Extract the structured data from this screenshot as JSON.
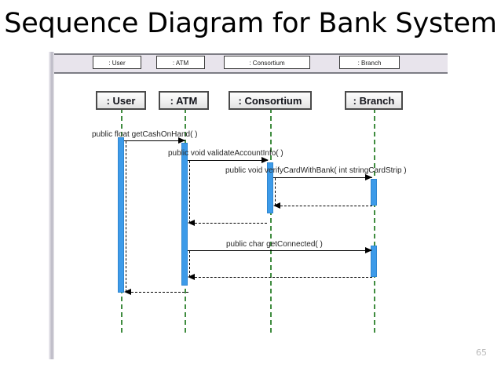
{
  "slide": {
    "title": "Sequence Diagram for Bank System",
    "page_number": "65"
  },
  "diagram": {
    "type": "uml-sequence-diagram",
    "colors": {
      "lifeline": "#3f8c3f",
      "activation_fill": "#3d9be9",
      "activation_border": "#2f86d0",
      "message_line": "#000000",
      "header_strip": "#e8e4ec",
      "actor_box_border": "#4a4a4a"
    },
    "header_boxes": [
      {
        "label": ": User"
      },
      {
        "label": ": ATM"
      },
      {
        "label": ": Consortium"
      },
      {
        "label": ": Branch"
      }
    ],
    "participants": [
      {
        "label": ": User"
      },
      {
        "label": ": ATM"
      },
      {
        "label": ": Consortium"
      },
      {
        "label": ": Branch"
      }
    ],
    "messages": [
      {
        "label": "public float  getCashOnHand( )",
        "from": ": User",
        "to": ": ATM",
        "kind": "call"
      },
      {
        "label": "public void  validateAccountInfo( )",
        "from": ": ATM",
        "to": ": Consortium",
        "kind": "call"
      },
      {
        "label": "public void  verifyCardWithBank( int stringCardStrip )",
        "from": ": Consortium",
        "to": ": Branch",
        "kind": "call"
      },
      {
        "label": "",
        "from": ": Branch",
        "to": ": Consortium",
        "kind": "return"
      },
      {
        "label": "",
        "from": ": Consortium",
        "to": ": ATM",
        "kind": "return"
      },
      {
        "label": "public char  getConnected( )",
        "from": ": ATM",
        "to": ": Branch",
        "kind": "call"
      },
      {
        "label": "",
        "from": ": Branch",
        "to": ": ATM",
        "kind": "return"
      },
      {
        "label": "",
        "from": ": ATM",
        "to": ": User",
        "kind": "return"
      }
    ]
  }
}
